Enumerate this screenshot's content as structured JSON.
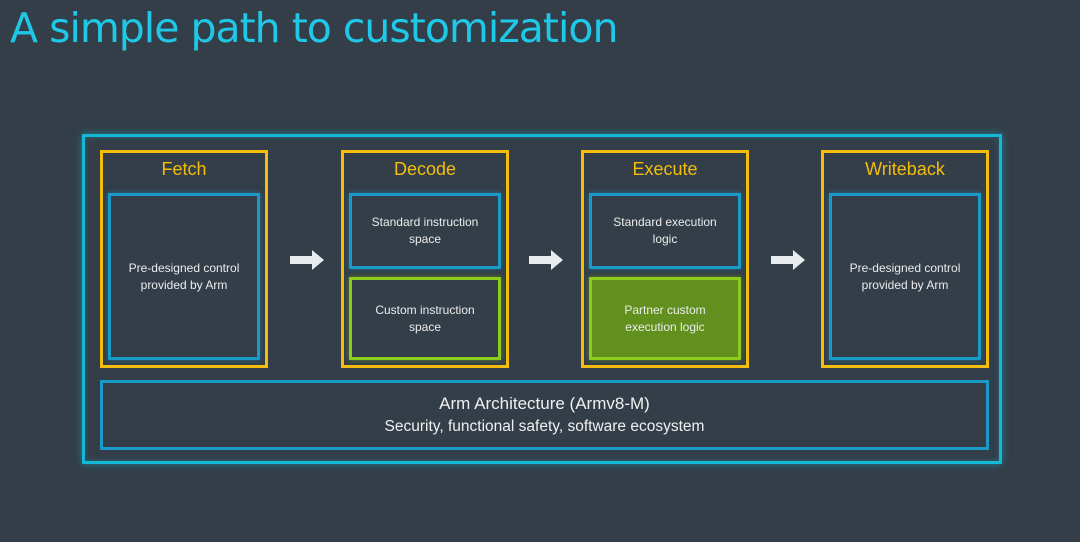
{
  "title": "A simple path to customization",
  "colors": {
    "background": "#333e48",
    "title": "#1ec8e6",
    "outer_border": "#16b8d8",
    "stage_border": "#f5bd0c",
    "standard_box_border": "#1a9ac9",
    "custom_box_border": "#8ccc1c",
    "custom_box_fill": "#62901e"
  },
  "stages": [
    {
      "name": "Fetch",
      "boxes": [
        {
          "text": "Pre-designed control provided by Arm",
          "kind": "standard"
        }
      ]
    },
    {
      "name": "Decode",
      "boxes": [
        {
          "text": "Standard instruction space",
          "kind": "standard"
        },
        {
          "text": "Custom instruction space",
          "kind": "custom"
        }
      ]
    },
    {
      "name": "Execute",
      "boxes": [
        {
          "text": "Standard execution logic",
          "kind": "standard"
        },
        {
          "text": "Partner custom execution logic",
          "kind": "custom-filled"
        }
      ]
    },
    {
      "name": "Writeback",
      "boxes": [
        {
          "text": "Pre-designed control provided by Arm",
          "kind": "standard"
        }
      ]
    }
  ],
  "architecture": {
    "title": "Arm Architecture (Armv8-M)",
    "subtitle": "Security, functional safety, software ecosystem"
  }
}
